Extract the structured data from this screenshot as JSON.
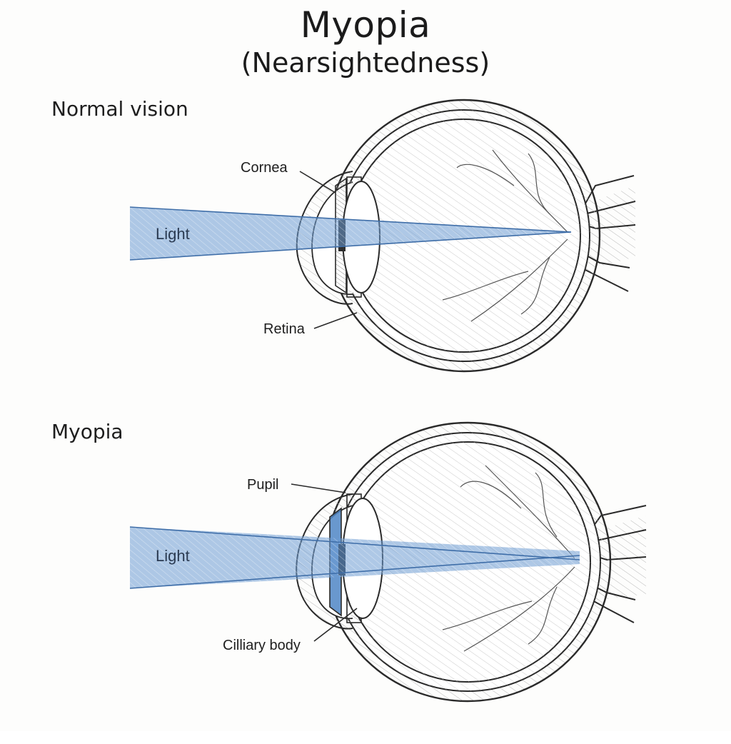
{
  "title": {
    "main": "Myopia",
    "sub": "(Nearsightedness)"
  },
  "diagrams": {
    "normal": {
      "heading": "Normal vision",
      "labels": {
        "light": "Light",
        "top": "Cornea",
        "bottom": "Retina"
      }
    },
    "myopia": {
      "heading": "Myopia",
      "labels": {
        "light": "Light",
        "top": "Pupil",
        "bottom": "Cilliary body"
      }
    }
  },
  "colors": {
    "ink": "#2a2a2a",
    "light_beam": "#5b8fc9",
    "beam_edge": "#3f6ea8",
    "lens_dark": "#3a3a3a",
    "lens_blue": "#4f86c6"
  }
}
